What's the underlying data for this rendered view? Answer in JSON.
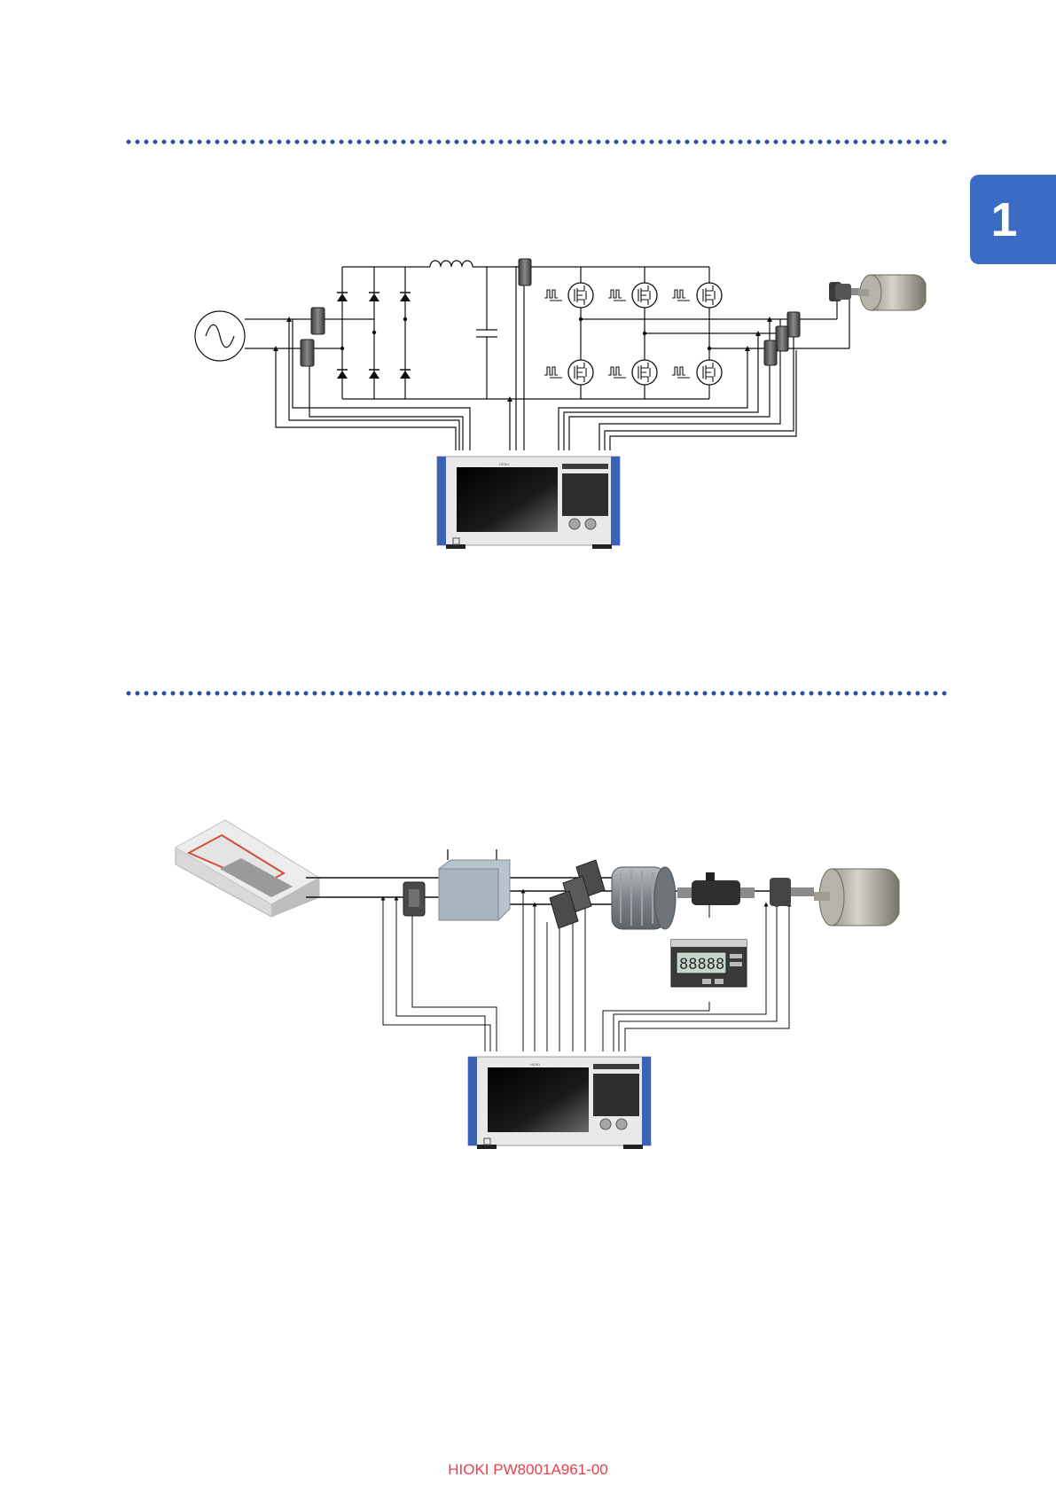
{
  "chapter": {
    "number": "1"
  },
  "footer": {
    "code": "HIOKI PW8001A961-00"
  },
  "colors": {
    "rule": "#2b4fa3",
    "tab": "#3a6cc4",
    "footer": "#e8404a",
    "instrument_side": "#3a63b8"
  },
  "instrument": {
    "brand": "HIOKI"
  },
  "icons": [
    "ac-source-icon",
    "current-sensor-icon",
    "diode-icon",
    "mosfet-icon",
    "capacitor-icon",
    "inductor-icon",
    "motor-icon",
    "battery-pack-icon",
    "inverter-icon",
    "torque-meter-icon",
    "encoder-icon",
    "power-analyzer-icon",
    "display-unit-icon"
  ]
}
